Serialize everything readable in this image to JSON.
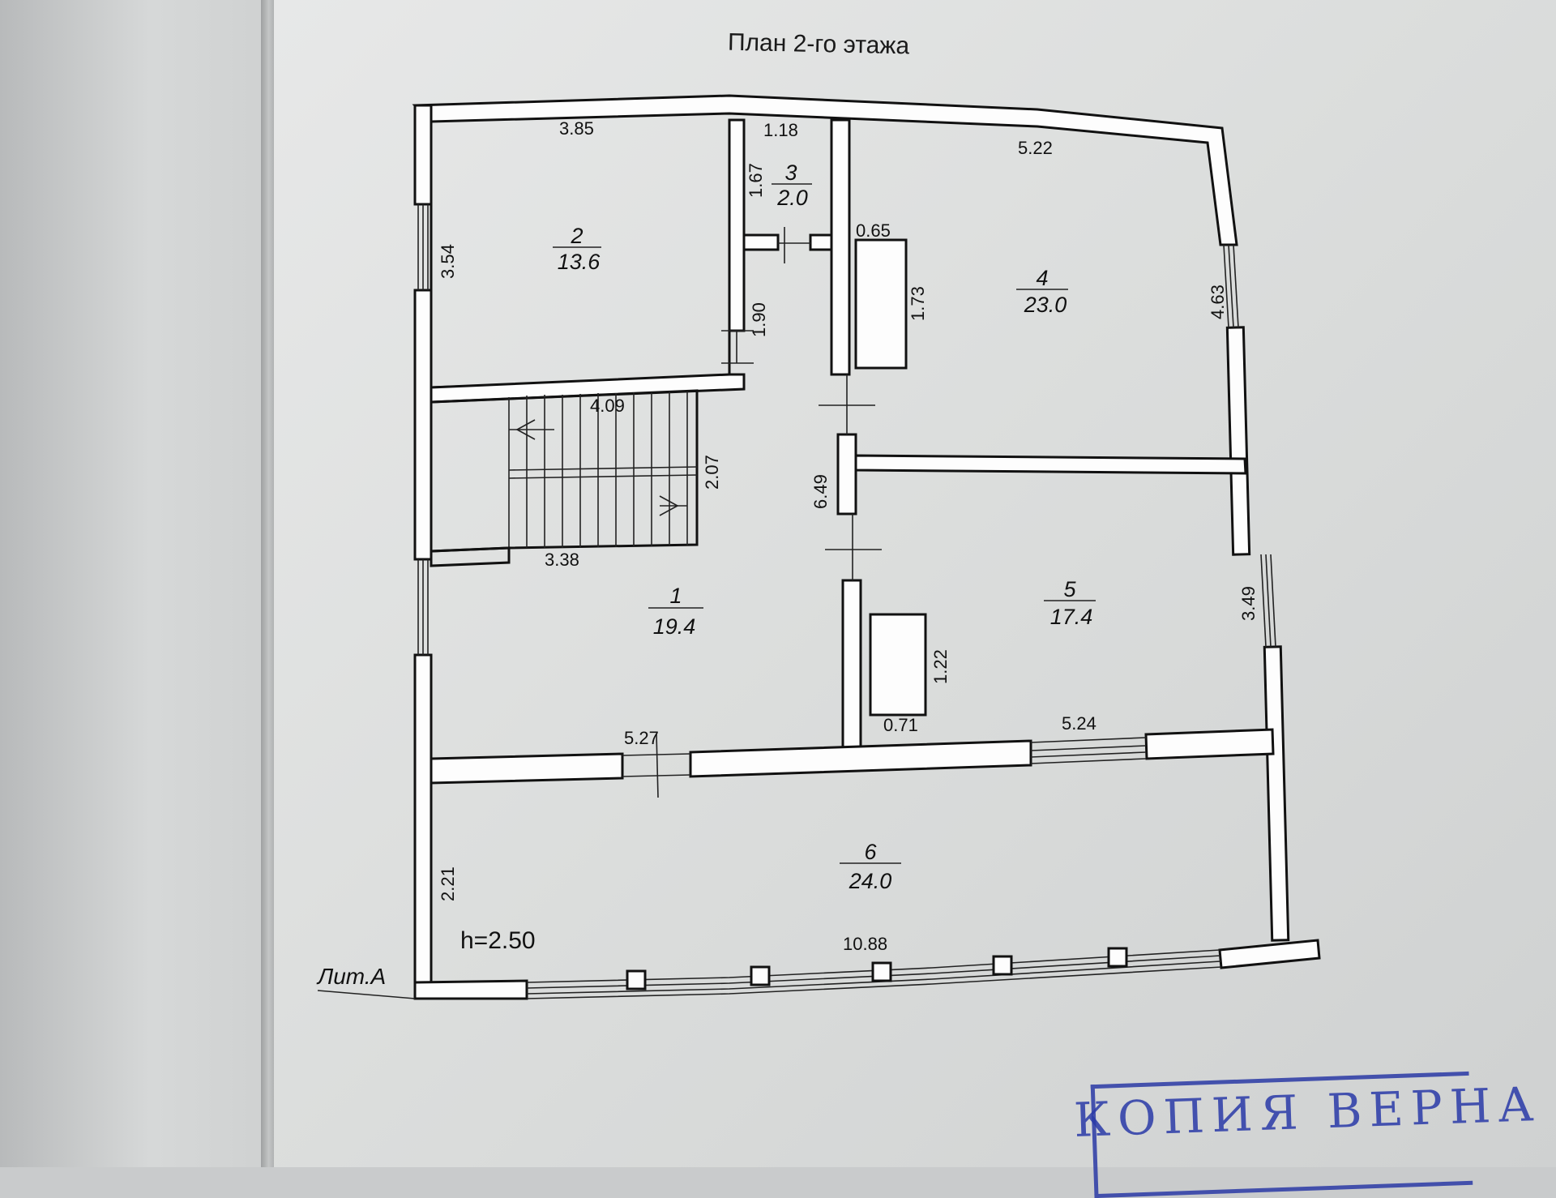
{
  "title": "План 2-го этажа",
  "litera": "Лит.А",
  "ceiling_height": "h=2.50",
  "rooms": [
    {
      "number": "1",
      "area": "19.4"
    },
    {
      "number": "2",
      "area": "13.6"
    },
    {
      "number": "3",
      "area": "2.0"
    },
    {
      "number": "4",
      "area": "23.0"
    },
    {
      "number": "5",
      "area": "17.4"
    },
    {
      "number": "6",
      "area": "24.0"
    }
  ],
  "dimensions": {
    "room2_width": "3.85",
    "room2_height": "3.54",
    "room3_width": "1.18",
    "room3_height": "1.67",
    "room4_width": "5.22",
    "room4_height": "4.63",
    "closet4_width": "0.65",
    "closet4_height": "1.73",
    "corridor_height": "1.90",
    "stair_top": "4.09",
    "stair_height": "2.07",
    "stair_bottom": "3.38",
    "hall_height": "6.49",
    "room5_height": "3.49",
    "closet5_height": "1.22",
    "closet5_width": "0.71",
    "room5_width": "5.24",
    "room1_width": "5.27",
    "room6_height": "2.21",
    "room6_width": "10.88"
  },
  "stamp_text": "копия верна",
  "colors": {
    "paper": "#e2e3e3",
    "ink": "#111111",
    "stamp": "#2a3aa8"
  }
}
